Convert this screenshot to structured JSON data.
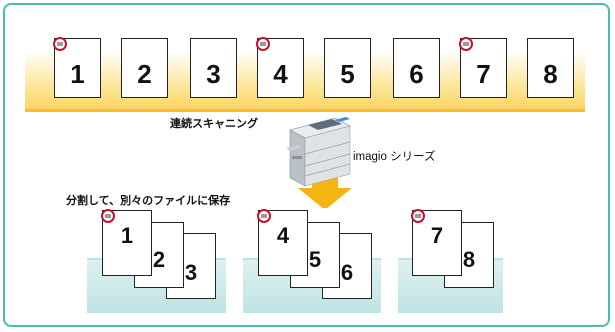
{
  "pages": [
    "1",
    "2",
    "3",
    "4",
    "5",
    "6",
    "7",
    "8"
  ],
  "stamped_pages": [
    "1",
    "4",
    "7"
  ],
  "scan_label": "連続スキャニング",
  "machine_label": "imagio シリーズ",
  "split_label": "分割して、別々のファイルに保存",
  "groups": [
    [
      "1",
      "2",
      "3"
    ],
    [
      "4",
      "5",
      "6"
    ],
    [
      "7",
      "8"
    ]
  ],
  "colors": {
    "frame": "#4bbcb3",
    "stamp_circle": "#c8102e",
    "band": "#fbd25a",
    "arrow": "#f3b511",
    "platform": "#bfe3e3"
  }
}
